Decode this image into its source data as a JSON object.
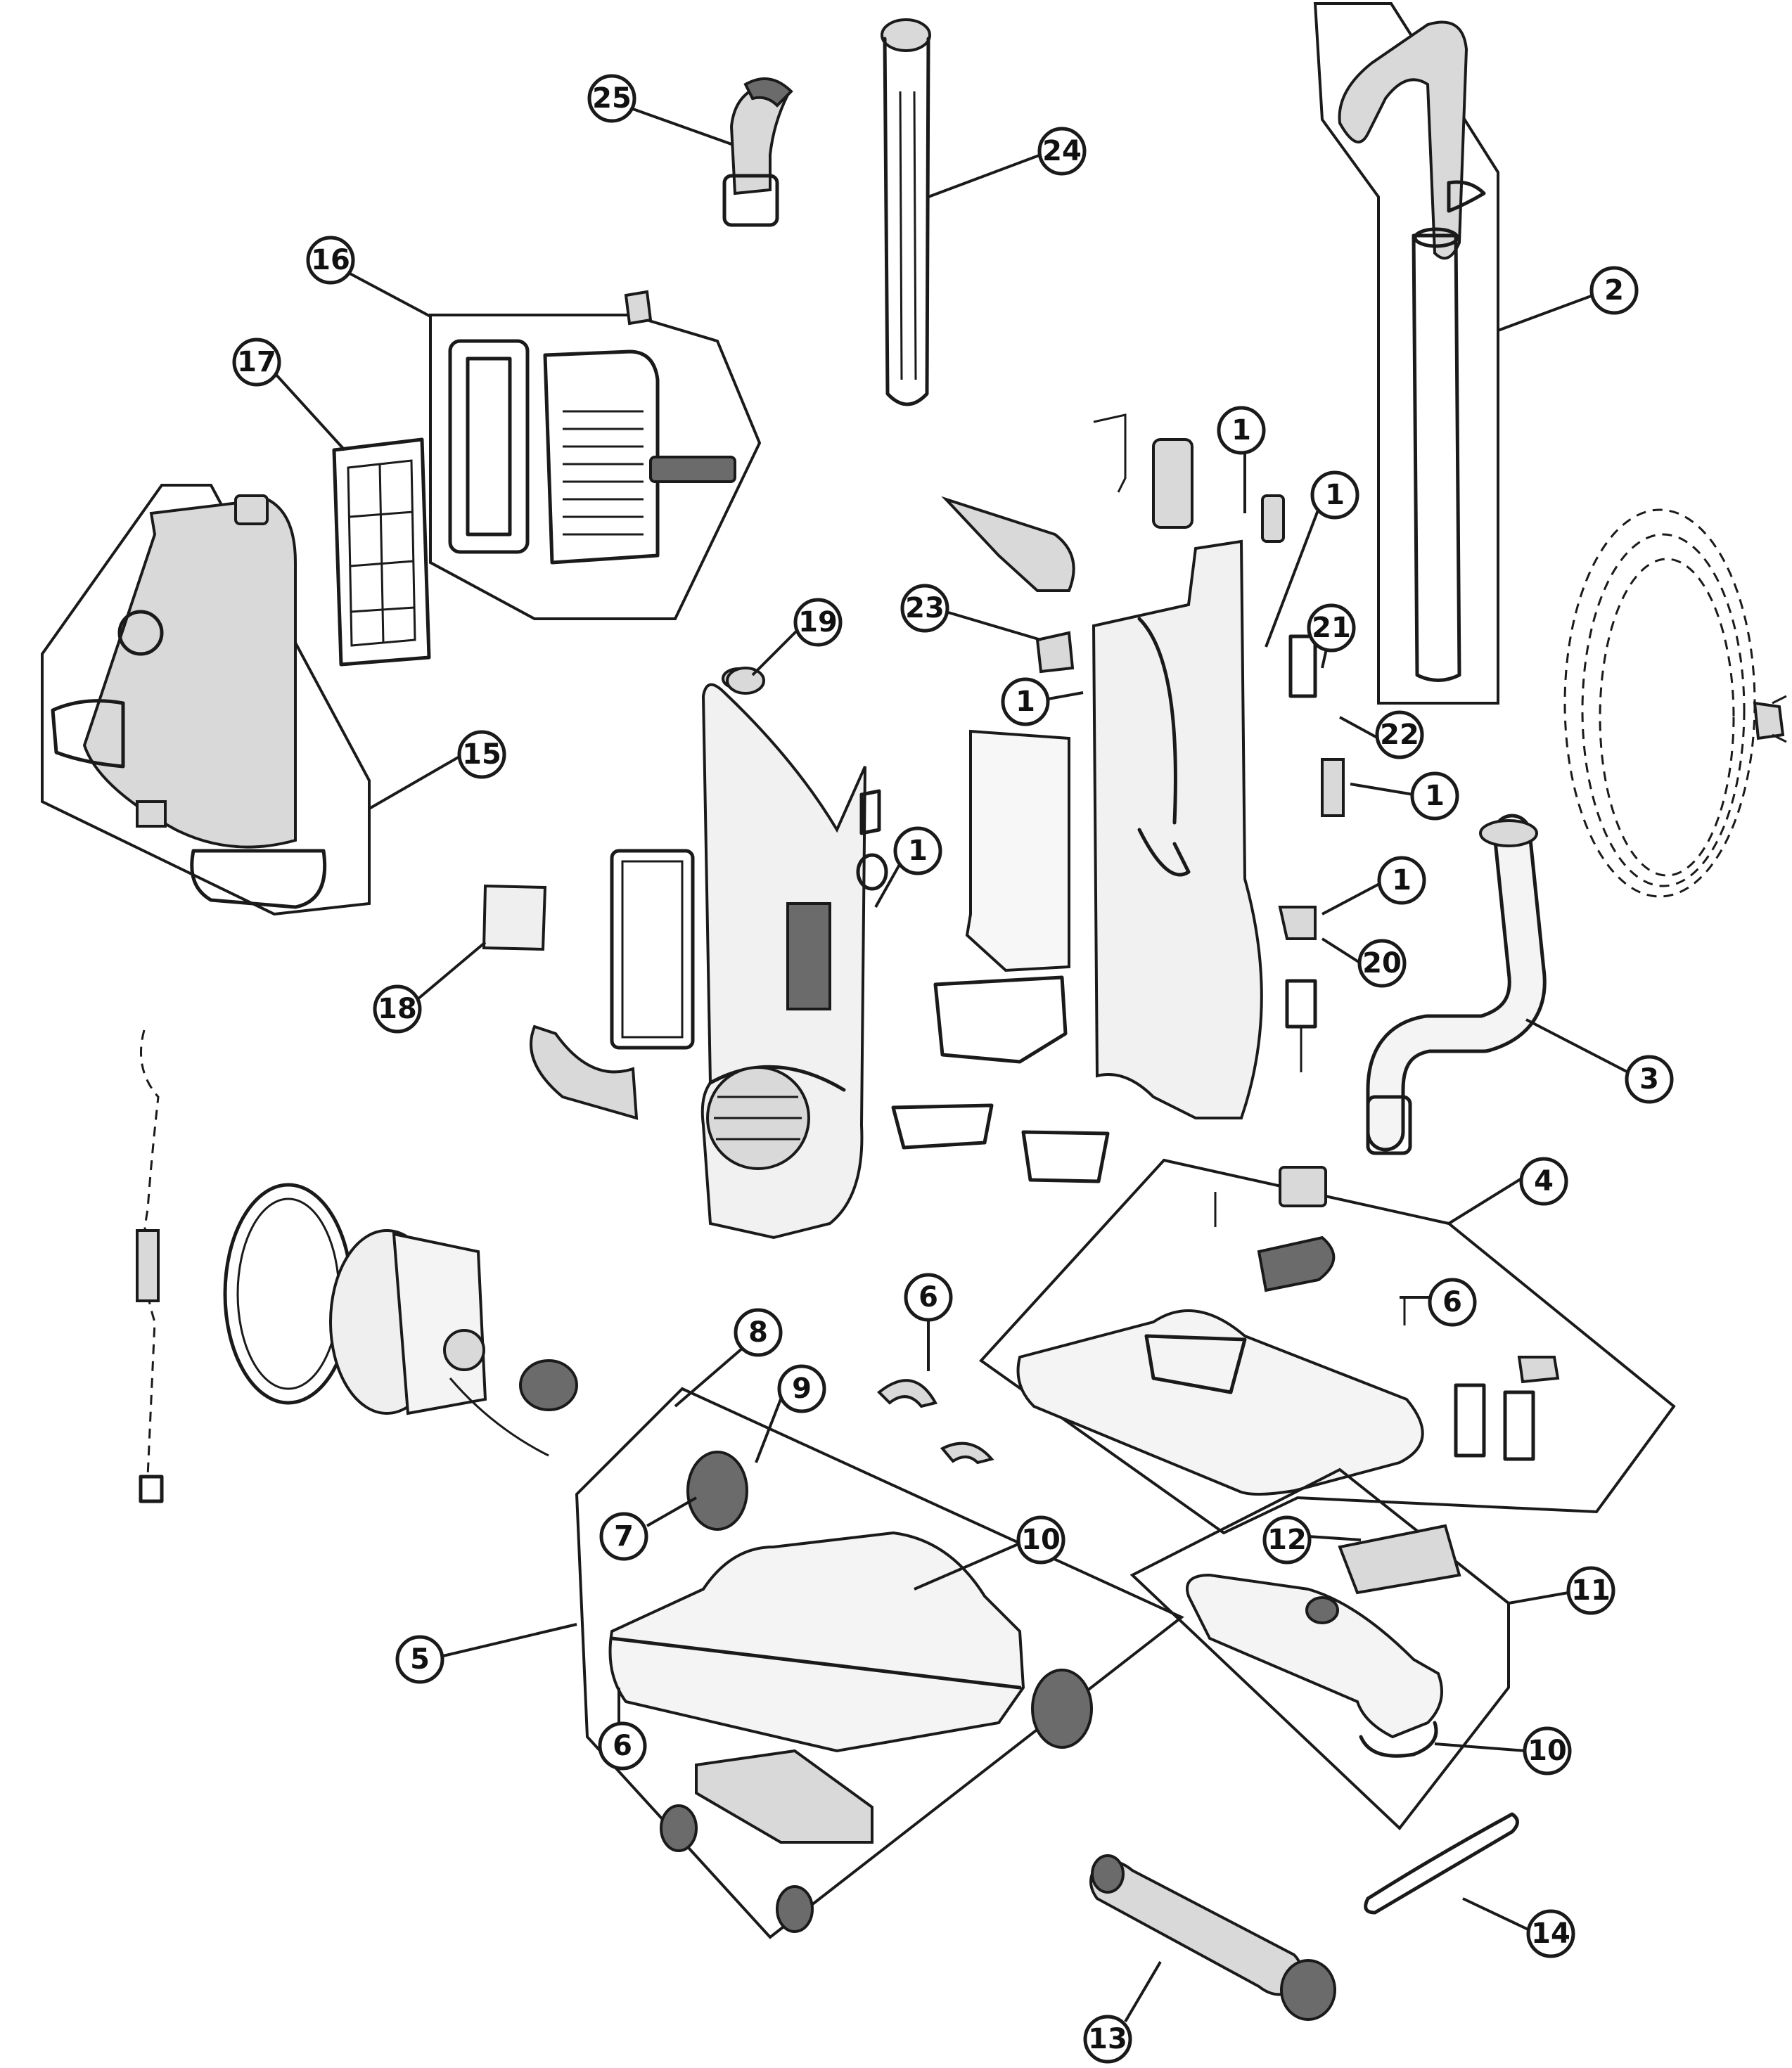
{
  "callouts": [
    {
      "id": "c25",
      "label": "25"
    },
    {
      "id": "c24",
      "label": "24"
    },
    {
      "id": "c2",
      "label": "2"
    },
    {
      "id": "c16",
      "label": "16"
    },
    {
      "id": "c17",
      "label": "17"
    },
    {
      "id": "c1a",
      "label": "1"
    },
    {
      "id": "c1b",
      "label": "1"
    },
    {
      "id": "c23",
      "label": "23"
    },
    {
      "id": "c19",
      "label": "19"
    },
    {
      "id": "c21",
      "label": "21"
    },
    {
      "id": "c1c",
      "label": "1"
    },
    {
      "id": "c22",
      "label": "22"
    },
    {
      "id": "c15",
      "label": "15"
    },
    {
      "id": "c1d",
      "label": "1"
    },
    {
      "id": "c1e",
      "label": "1"
    },
    {
      "id": "c1f",
      "label": "1"
    },
    {
      "id": "c20",
      "label": "20"
    },
    {
      "id": "c18",
      "label": "18"
    },
    {
      "id": "c3",
      "label": "3"
    },
    {
      "id": "c4",
      "label": "4"
    },
    {
      "id": "c6a",
      "label": "6"
    },
    {
      "id": "c6b",
      "label": "6"
    },
    {
      "id": "c8",
      "label": "8"
    },
    {
      "id": "c9",
      "label": "9"
    },
    {
      "id": "c7",
      "label": "7"
    },
    {
      "id": "c10a",
      "label": "10"
    },
    {
      "id": "c12",
      "label": "12"
    },
    {
      "id": "c11",
      "label": "11"
    },
    {
      "id": "c5",
      "label": "5"
    },
    {
      "id": "c6c",
      "label": "6"
    },
    {
      "id": "c10b",
      "label": "10"
    },
    {
      "id": "c14",
      "label": "14"
    },
    {
      "id": "c13",
      "label": "13"
    }
  ]
}
